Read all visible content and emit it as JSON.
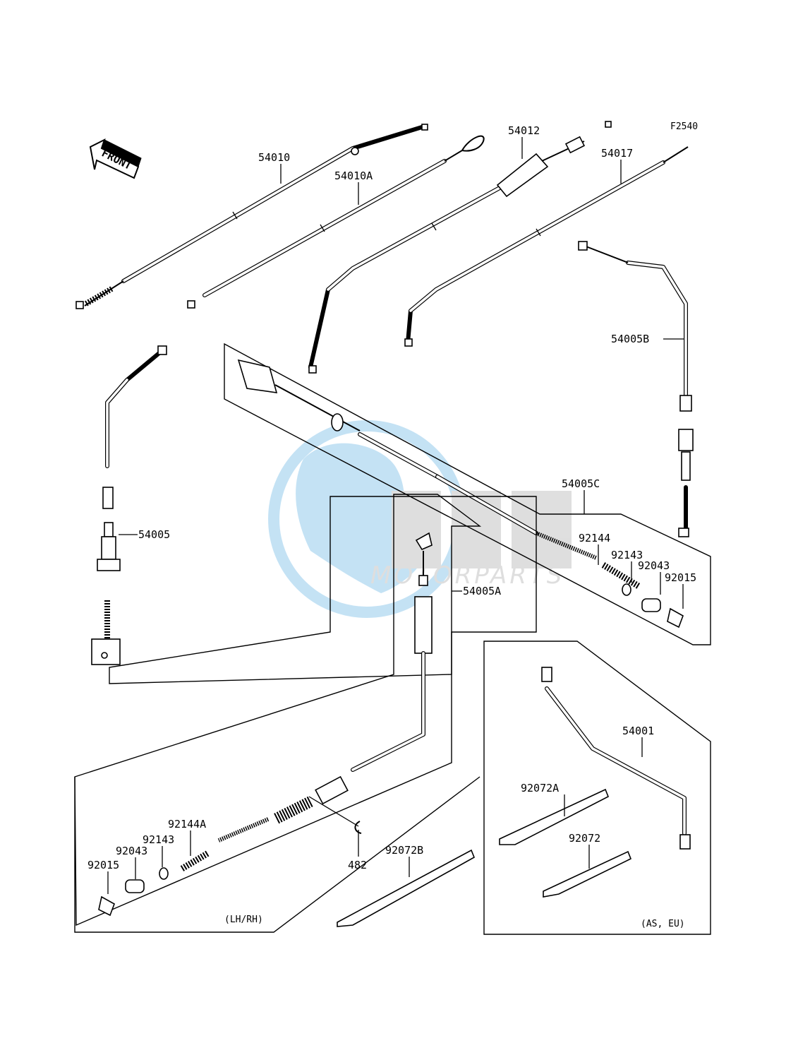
{
  "diagram": {
    "figure_code": "F2540",
    "front_marker": "FRONT",
    "watermark": {
      "brand": "OEM",
      "sub": "MOTORPARTS",
      "color": "#4aa7e0"
    },
    "groups": {
      "lh_rh": "(LH/RH)",
      "as_eu": "(AS, EU)"
    },
    "callouts": [
      {
        "id": "c-54010",
        "label": "54010"
      },
      {
        "id": "c-54010A",
        "label": "54010A"
      },
      {
        "id": "c-54012",
        "label": "54012"
      },
      {
        "id": "c-54017",
        "label": "54017"
      },
      {
        "id": "c-54005B",
        "label": "54005B"
      },
      {
        "id": "c-54005",
        "label": "54005"
      },
      {
        "id": "c-54005C",
        "label": "54005C"
      },
      {
        "id": "c-92144",
        "label": "92144"
      },
      {
        "id": "c-92143-a",
        "label": "92143"
      },
      {
        "id": "c-92043-a",
        "label": "92043"
      },
      {
        "id": "c-92015-a",
        "label": "92015"
      },
      {
        "id": "c-54005A",
        "label": "54005A"
      },
      {
        "id": "c-54001",
        "label": "54001"
      },
      {
        "id": "c-92072A",
        "label": "92072A"
      },
      {
        "id": "c-92072",
        "label": "92072"
      },
      {
        "id": "c-92144A",
        "label": "92144A"
      },
      {
        "id": "c-92143-b",
        "label": "92143"
      },
      {
        "id": "c-92043-b",
        "label": "92043"
      },
      {
        "id": "c-92015-b",
        "label": "92015"
      },
      {
        "id": "c-482",
        "label": "482"
      },
      {
        "id": "c-92072B",
        "label": "92072B"
      }
    ]
  }
}
